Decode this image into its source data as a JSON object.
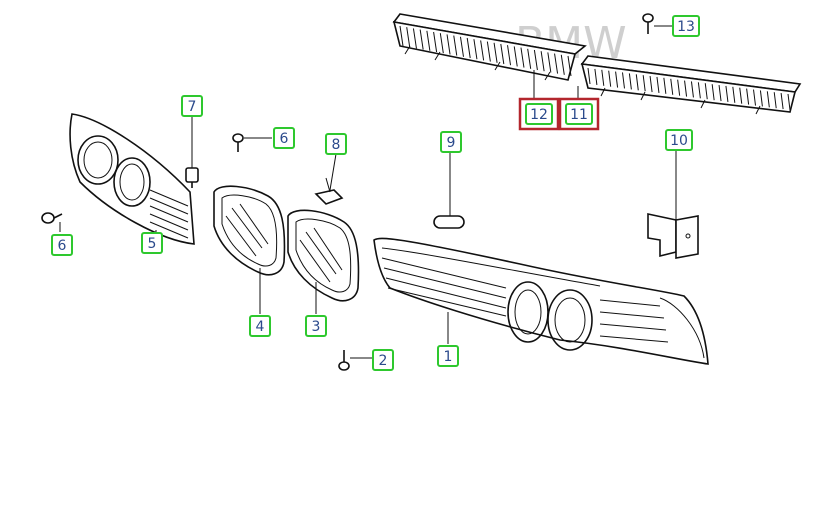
{
  "watermark": "BMW",
  "colors": {
    "label_border": "#2ec82e",
    "highlight_border": "#b3262d",
    "label_text": "#2b4a8c",
    "line": "#111111"
  },
  "labels": [
    {
      "id": "1",
      "text": "1",
      "highlight": false
    },
    {
      "id": "2",
      "text": "2",
      "highlight": false
    },
    {
      "id": "3",
      "text": "3",
      "highlight": false
    },
    {
      "id": "4",
      "text": "4",
      "highlight": false
    },
    {
      "id": "5",
      "text": "5",
      "highlight": false
    },
    {
      "id": "6a",
      "text": "6",
      "highlight": false
    },
    {
      "id": "6b",
      "text": "6",
      "highlight": false
    },
    {
      "id": "7",
      "text": "7",
      "highlight": false
    },
    {
      "id": "8",
      "text": "8",
      "highlight": false
    },
    {
      "id": "9",
      "text": "9",
      "highlight": false
    },
    {
      "id": "10",
      "text": "10",
      "highlight": false
    },
    {
      "id": "11",
      "text": "11",
      "highlight": true
    },
    {
      "id": "12",
      "text": "12",
      "highlight": true
    },
    {
      "id": "13",
      "text": "13",
      "highlight": false
    }
  ]
}
